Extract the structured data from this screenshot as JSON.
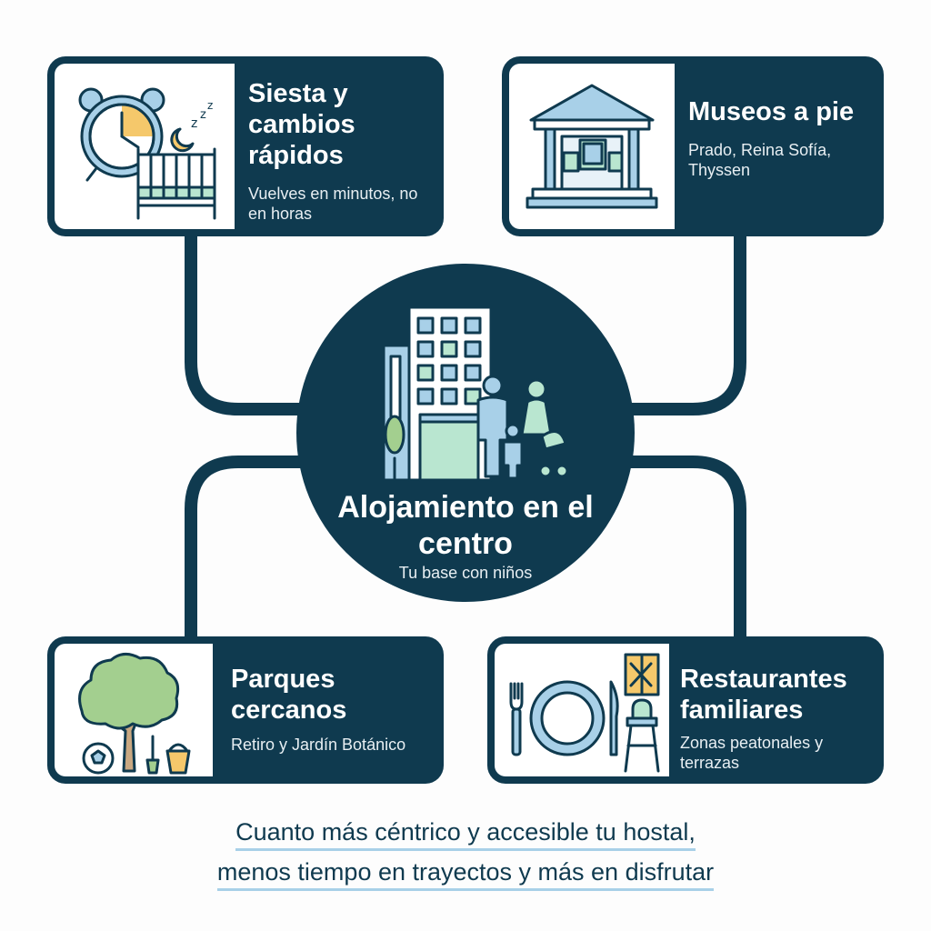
{
  "hub": {
    "title": "Alojamiento en el centro",
    "subtitle": "Tu base con niños",
    "icon": "building-family-icon"
  },
  "cards": {
    "siesta": {
      "title": "Siesta y cambios rápidos",
      "subtitle": "Vuelves en minutos, no en horas",
      "icon": "alarm-clock-crib-icon"
    },
    "museos": {
      "title": "Museos a pie",
      "subtitle": "Prado, Reina Sofía, Thyssen",
      "icon": "museum-icon"
    },
    "parques": {
      "title": "Parques cercanos",
      "subtitle": "Retiro y Jardín Botánico",
      "icon": "tree-ball-bucket-icon"
    },
    "restaurantes": {
      "title": "Restaurantes familiares",
      "subtitle": "Zonas peatonales y terrazas",
      "icon": "plate-menu-highchair-icon"
    }
  },
  "footer": {
    "line1": "Cuanto más céntrico y accesible tu hostal,",
    "line2": "menos tiempo en trayectos y más en disfrutar"
  },
  "colors": {
    "navy": "#0f3a4f",
    "light_blue": "#a8d0e8",
    "mint": "#b9e6d0",
    "green": "#a3cf8f",
    "yellow": "#f5c86b"
  }
}
